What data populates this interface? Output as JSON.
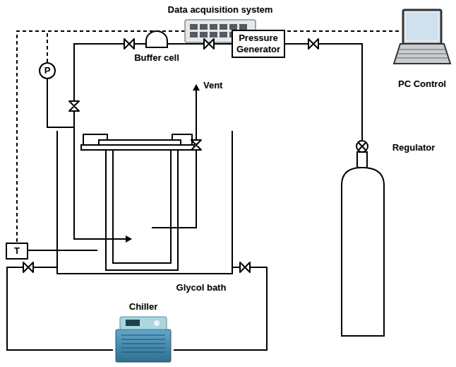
{
  "diagram": {
    "nodes": [
      {
        "text": [
          "Data acquisition system"
        ]
      },
      {
        "text": [
          "PC Control"
        ]
      },
      {
        "text": [
          "P"
        ]
      },
      {
        "text": [
          "Buffer cell"
        ]
      },
      {
        "text": [
          "Pressure Generator"
        ]
      },
      {
        "text": [
          "Regulator"
        ]
      },
      {
        "text": [
          "Glycol bath"
        ]
      },
      {
        "text": [
          "T"
        ]
      },
      {
        "text": [
          "Chiller"
        ]
      }
    ],
    "edges": [
      {
        "from": 0,
        "to": 1,
        "arrow": "none"
      },
      {
        "from": 0,
        "to": 2,
        "arrow": "none"
      },
      {
        "from": 0,
        "to": 7,
        "arrow": "none"
      },
      {
        "from": 3,
        "to": 4,
        "arrow": "none"
      },
      {
        "from": 4,
        "to": 5,
        "arrow": "none"
      },
      {
        "from": 3,
        "to": 2,
        "arrow": "none"
      },
      {
        "from": 7,
        "to": 6,
        "arrow": "none"
      },
      {
        "from": 6,
        "to": 8,
        "arrow": "none"
      },
      {
        "from": 6,
        "to": 8,
        "arrow": "none"
      }
    ],
    "labels": [
      "Vent"
    ]
  }
}
